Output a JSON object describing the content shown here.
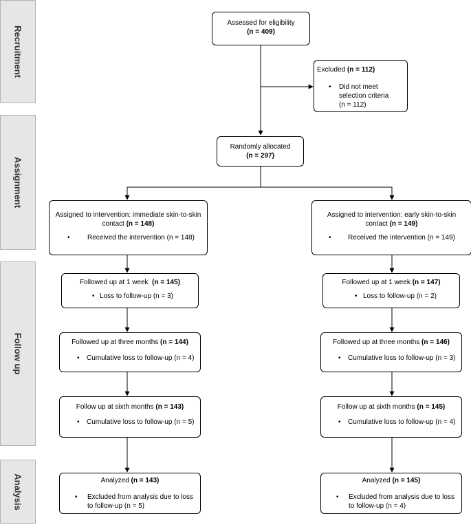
{
  "stages": {
    "recruitment": "Recruitment",
    "assignment": "Assignment",
    "follow_up": "Follow up",
    "analysis": "Analysis"
  },
  "bullet": "•",
  "assessed": {
    "label": "Assessed for eligibility",
    "count": "(n = 409)"
  },
  "excluded": {
    "label": "Excluded",
    "count": "(n = 112)",
    "item_line1": "Did not meet",
    "item_line2": "selection criteria",
    "item_line3": "(n = 112)"
  },
  "randomized": {
    "label": "Randomly allocated",
    "count": "(n = 297)"
  },
  "left": {
    "alloc_line1": "Assigned to intervention: immediate skin-to-skin",
    "alloc_line2": "contact",
    "alloc_count": "(n = 148)",
    "alloc_item": "Received the intervention (n = 148)",
    "fu1_label": "Followed up at 1 week",
    "fu1_count": "(n = 145)",
    "fu1_item": "Loss to follow-up (n = 3)",
    "fu3_label": "Followed up at three months",
    "fu3_count": "(n = 144)",
    "fu3_item": "Cumulative loss to follow-up (n = 4)",
    "fu6_label": "Follow up at sixth months",
    "fu6_count": "(n = 143)",
    "fu6_item": "Cumulative loss to follow-up (n = 5)",
    "an_label": "Analyzed",
    "an_count": "(n = 143)",
    "an_item_line1": "Excluded from analysis due to loss",
    "an_item_line2": "to follow-up (n = 5)"
  },
  "right": {
    "alloc_line1": "Assigned to intervention: early skin-to-skin",
    "alloc_line2": "contact",
    "alloc_count": "(n = 149)",
    "alloc_item": "Received the intervention (n = 149)",
    "fu1_label": "Followed up at 1 week",
    "fu1_count": "(n = 147)",
    "fu1_item": "Loss to follow-up (n = 2)",
    "fu3_label": "Followed up at three months",
    "fu3_count": "(n = 146)",
    "fu3_item": "Cumulative loss to follow-up (n = 3)",
    "fu6_label": "Follow up at sixth months",
    "fu6_count": "(n = 145)",
    "fu6_item": "Cumulative loss to follow-up (n = 4)",
    "an_label": "Analyzed",
    "an_count": "(n = 145)",
    "an_item_line1": "Excluded from analysis due to loss",
    "an_item_line2": "to follow-up (n = 4)"
  }
}
